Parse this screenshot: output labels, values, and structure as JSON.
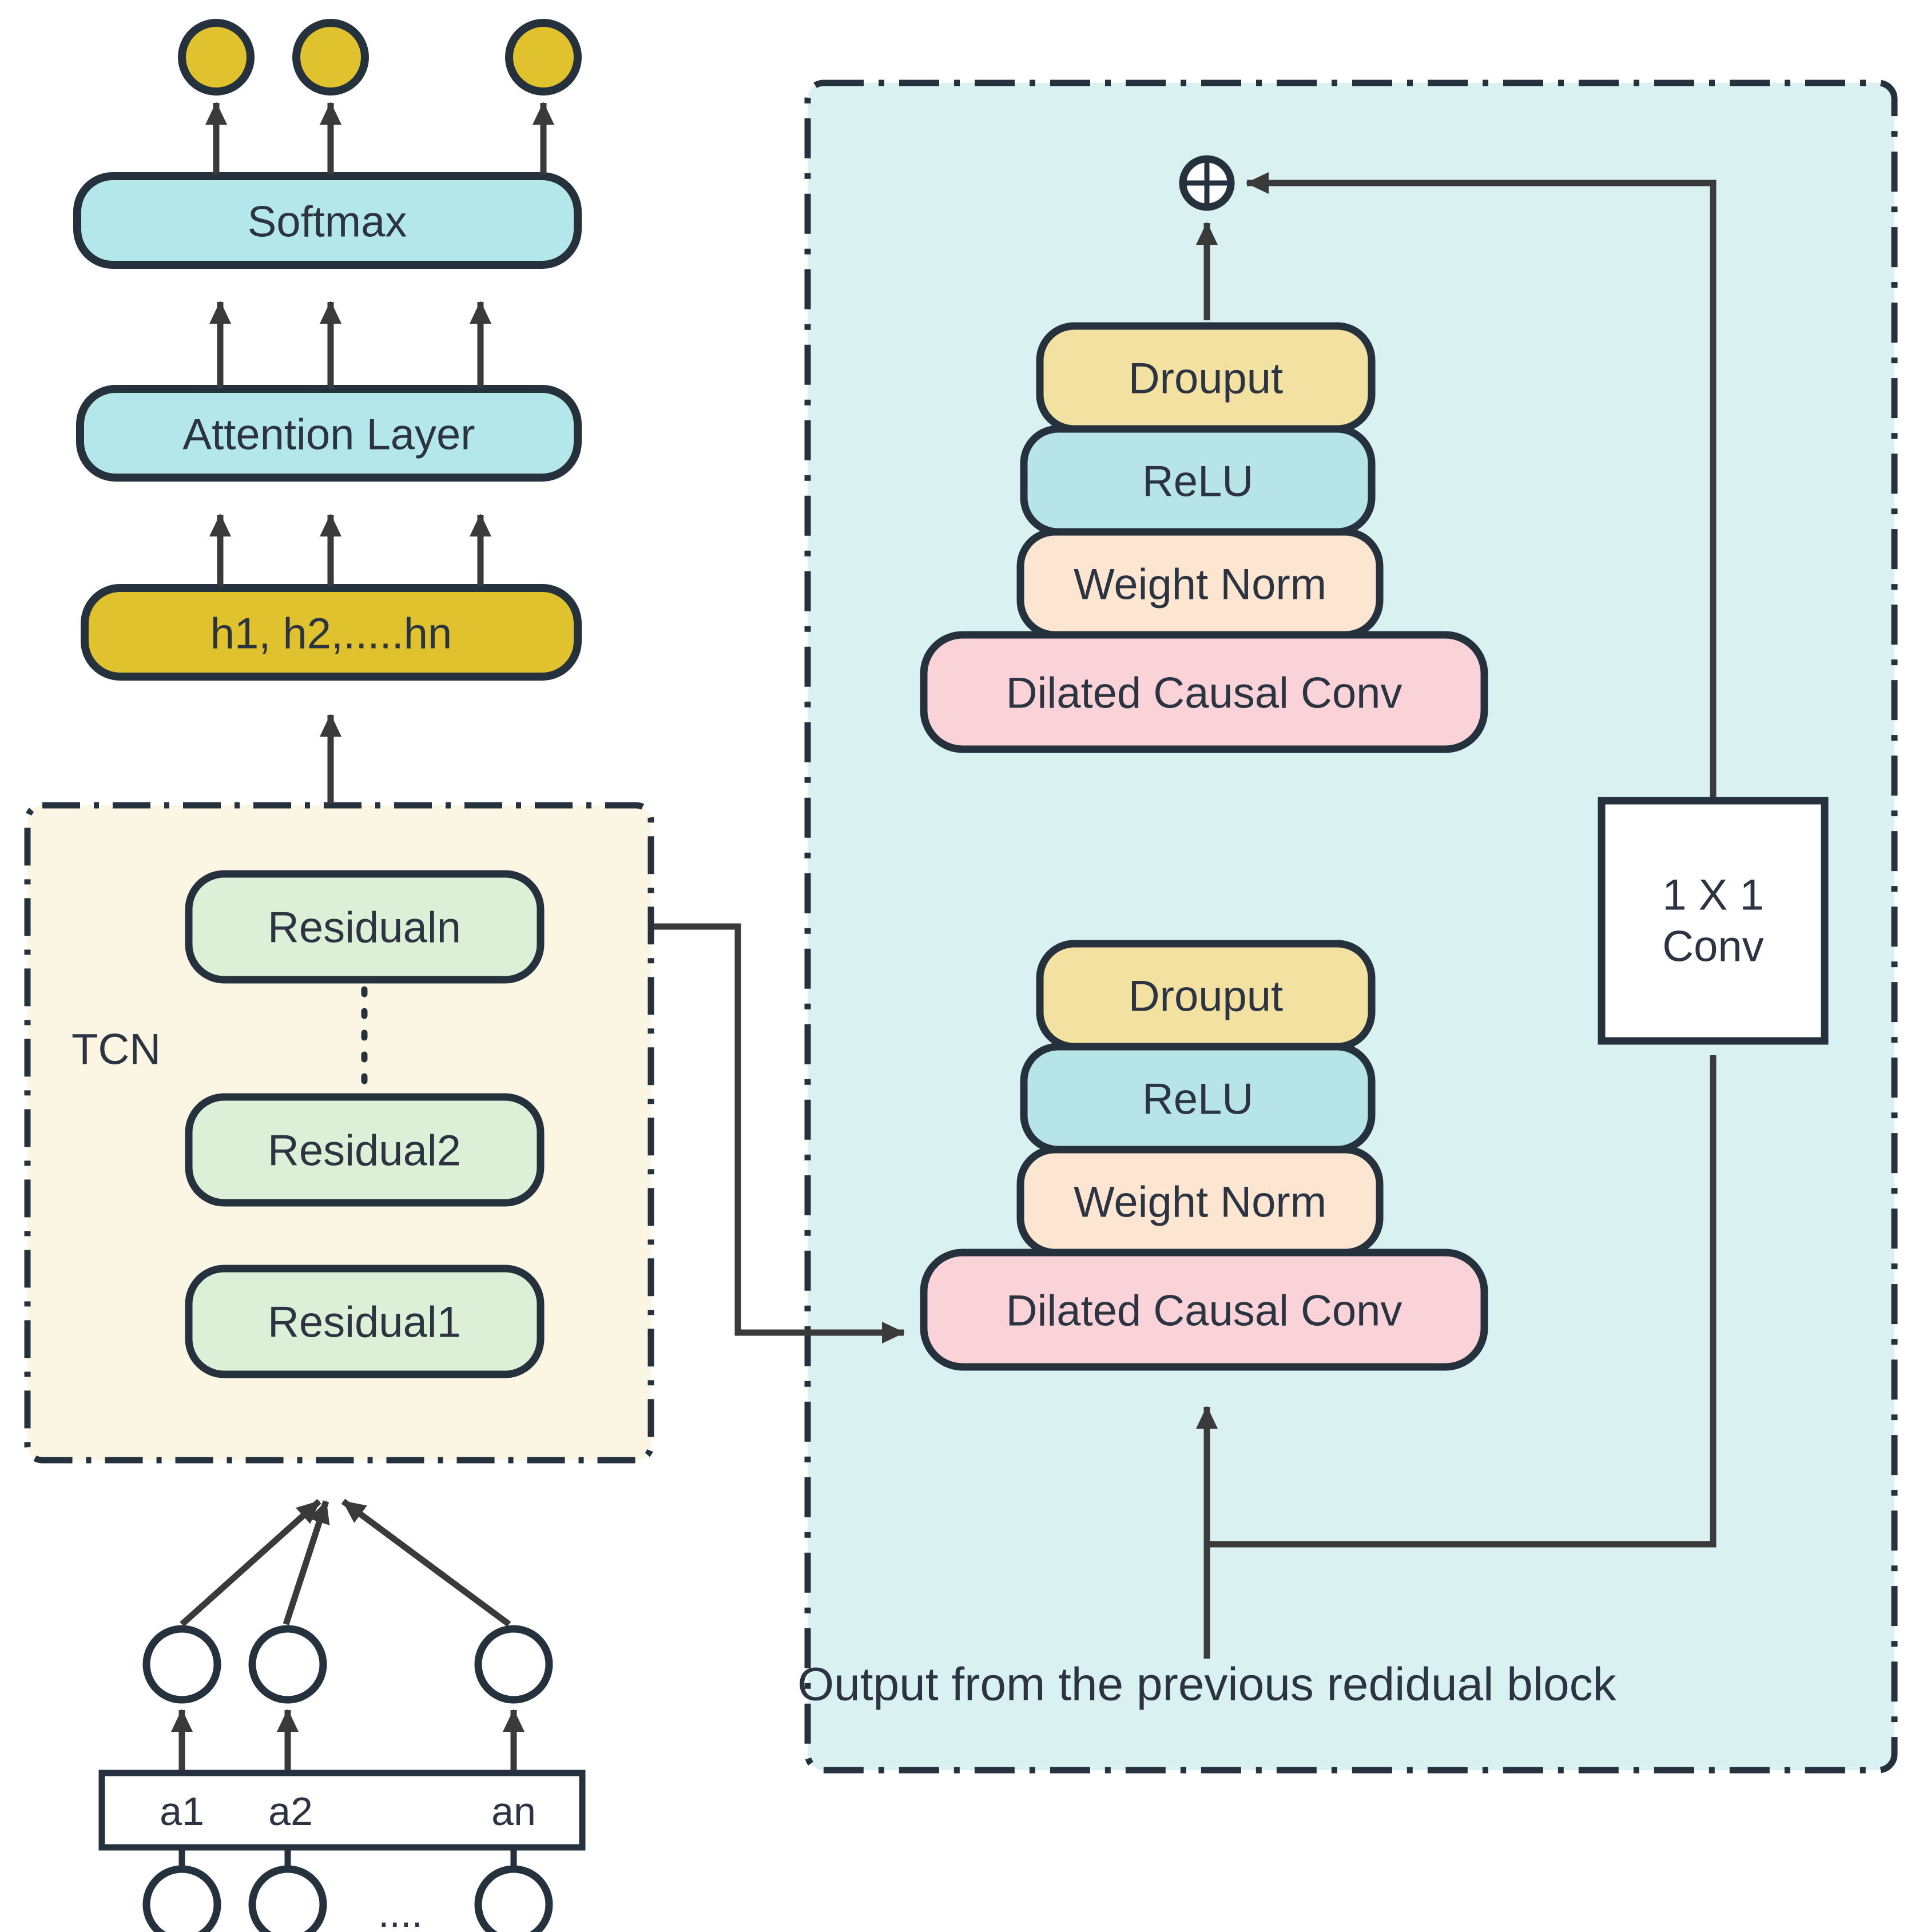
{
  "diagram": {
    "title": "TCN with Attention Architecture",
    "colors": {
      "outline": "#25313c",
      "arrow": "#3a3a3a",
      "softmax_fill": "#b4e7e9",
      "attention_fill": "#b4e7e9",
      "hidden_fill": "#e0c22e",
      "output_node_fill": "#e0c22e",
      "residual_fill": "#dcf0d8",
      "tcn_panel_fill": "#faf6e3",
      "residual_panel_fill": "#daf1f2",
      "dropout_fill": "#f2e1a0",
      "relu_fill": "#b6e4e7",
      "weightnorm_fill": "#fce6d2",
      "dilated_fill": "#f9d3d8",
      "conv1x1_fill": "#ffffff"
    },
    "left_column": {
      "output_nodes": [
        {
          "name": "output-node-1"
        },
        {
          "name": "output-node-2"
        },
        {
          "name": "output-node-3"
        }
      ],
      "softmax_label": "Softmax",
      "attention_label": "Attention Layer",
      "hidden_states_label": "h1, h2,.....hn",
      "tcn_panel_label": "TCN",
      "residual_blocks": [
        {
          "label": "Residualn"
        },
        {
          "label": "Residual2"
        },
        {
          "label": "Residual1"
        }
      ],
      "input_hidden_nodes": [
        {
          "name": "input-hidden-node-1"
        },
        {
          "name": "input-hidden-node-2"
        },
        {
          "name": "input-hidden-node-3"
        }
      ],
      "embedding_row": {
        "cells": [
          "a1",
          "a2",
          "an"
        ]
      },
      "raw_input_nodes": [
        {
          "name": "raw-input-node-1"
        },
        {
          "name": "raw-input-node-2"
        },
        {
          "name": "raw-input-node-3"
        }
      ],
      "ellipsis_label": "...."
    },
    "right_panel": {
      "add_node_label": "⊕",
      "upper_stack": [
        {
          "label": "Drouput",
          "role": "dropout"
        },
        {
          "label": "ReLU",
          "role": "relu"
        },
        {
          "label": "Weight Norm",
          "role": "weight-norm"
        },
        {
          "label": "Dilated Causal Conv",
          "role": "dilated-causal-conv"
        }
      ],
      "lower_stack": [
        {
          "label": "Drouput",
          "role": "dropout"
        },
        {
          "label": "ReLU",
          "role": "relu"
        },
        {
          "label": "Weight Norm",
          "role": "weight-norm"
        },
        {
          "label": "Dilated Causal Conv",
          "role": "dilated-causal-conv"
        }
      ],
      "conv1x1_line1": "1 X 1",
      "conv1x1_line2": "Conv",
      "caption": "Output from the previous redidual block"
    }
  }
}
